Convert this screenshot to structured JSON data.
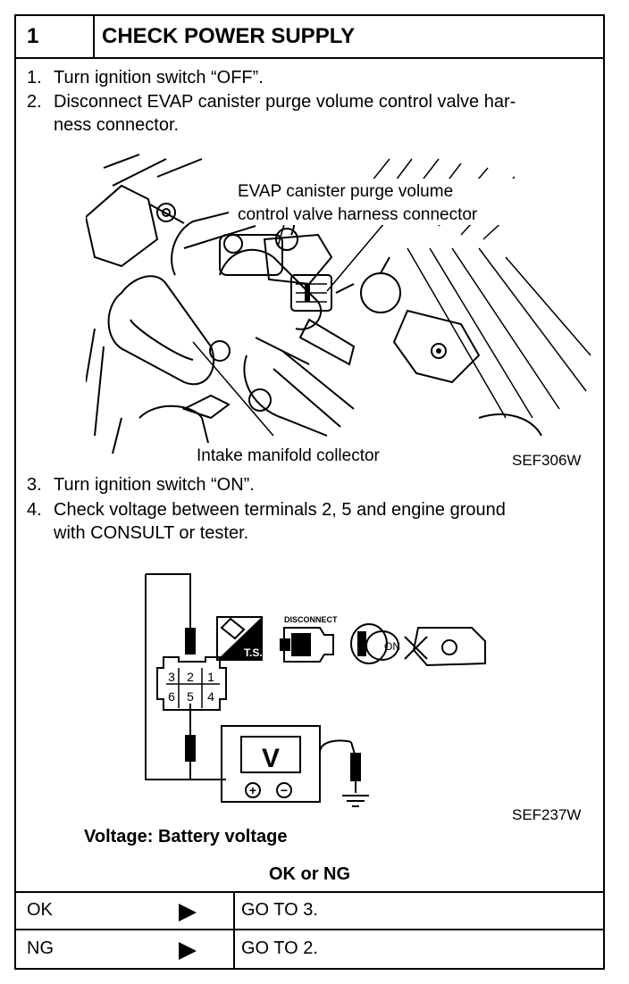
{
  "header": {
    "step_number": "1",
    "title": "CHECK POWER SUPPLY"
  },
  "instructions": [
    {
      "num": "1.",
      "lines": [
        "Turn ignition switch “OFF”."
      ]
    },
    {
      "num": "2.",
      "lines": [
        "Disconnect EVAP canister purge volume control valve har-",
        "ness connector."
      ]
    },
    {
      "num": "3.",
      "lines": [
        "Turn ignition switch “ON”."
      ]
    },
    {
      "num": "4.",
      "lines": [
        "Check voltage between terminals 2, 5 and engine ground",
        "with CONSULT or tester."
      ]
    }
  ],
  "figure1": {
    "callout_top_line1": "EVAP canister purge volume",
    "callout_top_line2": "control valve harness connector",
    "callout_bottom": "Intake manifold collector",
    "code": "SEF306W"
  },
  "figure2": {
    "terminals_top": [
      "3",
      "2",
      "1"
    ],
    "terminals_bottom": [
      "6",
      "5",
      "4"
    ],
    "ts_label": "T.S.",
    "disconnect_label": "DISCONNECT",
    "on_label": "ON",
    "meter_label": "V",
    "plus": "+",
    "minus": "−",
    "code": "SEF237W"
  },
  "spec": "Voltage: Battery voltage",
  "result_header": "OK or NG",
  "results": [
    {
      "condition": "OK",
      "action": "GO TO 3."
    },
    {
      "condition": "NG",
      "action": "GO TO 2."
    }
  ]
}
